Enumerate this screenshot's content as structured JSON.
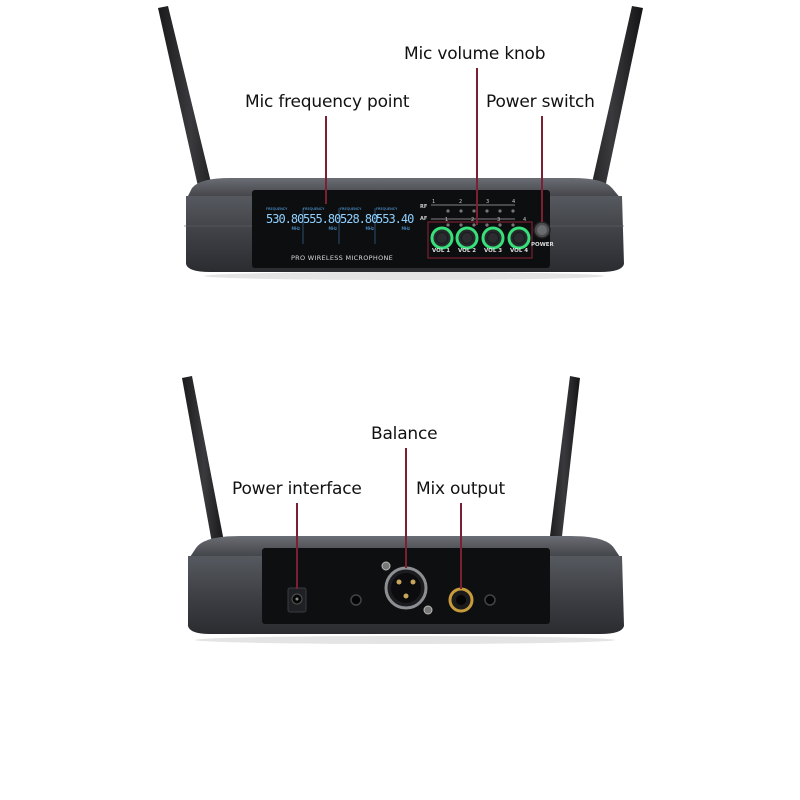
{
  "callouts": {
    "mic_volume_knob": "Mic volume knob",
    "mic_frequency_point": "Mic frequency point",
    "power_switch": "Power switch",
    "balance": "Balance",
    "power_interface": "Power interface",
    "mix_output": "Mix output"
  },
  "front_panel": {
    "channels": [
      {
        "frequency": "530.80",
        "unit": "MHz",
        "vol_label": "VOL 1"
      },
      {
        "frequency": "555.80",
        "unit": "MHz",
        "vol_label": "VOL 2"
      },
      {
        "frequency": "528.80",
        "unit": "MHz",
        "vol_label": "VOL 3"
      },
      {
        "frequency": "553.40",
        "unit": "MHz",
        "vol_label": "VOL 4"
      }
    ],
    "lcd_header": "FREQUENCY",
    "brand_text": "PRO WIRELESS MICROPHONE",
    "rf_label": "RF",
    "af_label": "AF",
    "indicator_numbers": [
      "1",
      "2",
      "3",
      "4"
    ],
    "power_label": "POWER"
  },
  "colors": {
    "leader_line": "#7a2032",
    "body_dark": "#3b3d42",
    "panel_black": "#0d0e10",
    "lcd_blue": "#5fb7ff",
    "knob_green": "#37e07a"
  }
}
